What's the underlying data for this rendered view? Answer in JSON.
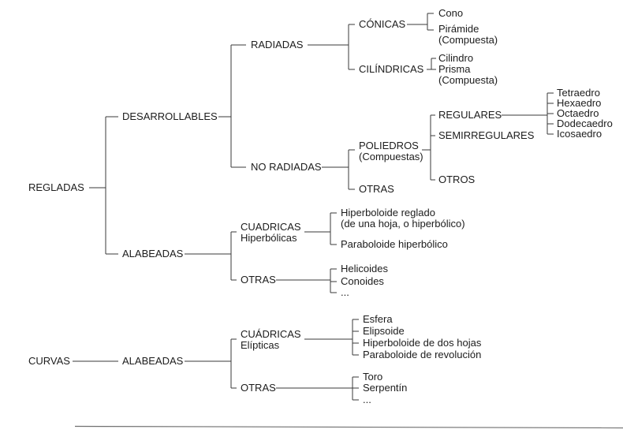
{
  "diagram": {
    "regladas": {
      "label": "REGLADAS",
      "desarrollables": {
        "label": "DESARROLLABLES",
        "radiadas": {
          "label": "RADIADAS",
          "conicas": {
            "label": "CÓNICAS",
            "cono": {
              "label": "Cono"
            },
            "piramide": {
              "label": "Pirámide",
              "note": "(Compuesta)"
            }
          },
          "cilindricas": {
            "label": "CILÍNDRICAS",
            "cilindro": {
              "label": "Cilindro"
            },
            "prisma": {
              "label": "Prisma",
              "note": "(Compuesta)"
            }
          }
        },
        "no_radiadas": {
          "label": "NO RADIADAS",
          "poliedros": {
            "label": "POLIEDROS",
            "note": "(Compuestas)",
            "regulares": {
              "label": "REGULARES",
              "items": [
                "Tetraedro",
                "Hexaedro",
                "Octaedro",
                "Dodecaedro",
                "Icosaedro"
              ]
            },
            "semirregulares": {
              "label": "SEMIRREGULARES"
            },
            "otros": {
              "label": "OTROS"
            }
          },
          "otras": {
            "label": "OTRAS"
          }
        }
      },
      "alabeadas": {
        "label": "ALABEADAS",
        "cuadricas": {
          "label": "CUADRICAS",
          "note": "Hiperbólicas",
          "hiperboloide": {
            "label": "Hiperboloide reglado",
            "note": "(de una hoja, o hiperbólico)"
          },
          "paraboloide": {
            "label": "Paraboloide hiperbólico"
          }
        },
        "otras": {
          "label": "OTRAS",
          "items": [
            "Helicoides",
            "Conoides",
            "..."
          ]
        }
      }
    },
    "curvas": {
      "label": "CURVAS",
      "alabeadas": {
        "label": "ALABEADAS",
        "cuadricas": {
          "label": "CUÁDRICAS",
          "note": "Elípticas",
          "items": [
            "Esfera",
            "Elipsoide",
            "Hiperboloide de dos hojas",
            "Paraboloide de revolución"
          ]
        },
        "otras": {
          "label": "OTRAS",
          "items": [
            "Toro",
            "Serpentín",
            "..."
          ]
        }
      }
    }
  }
}
